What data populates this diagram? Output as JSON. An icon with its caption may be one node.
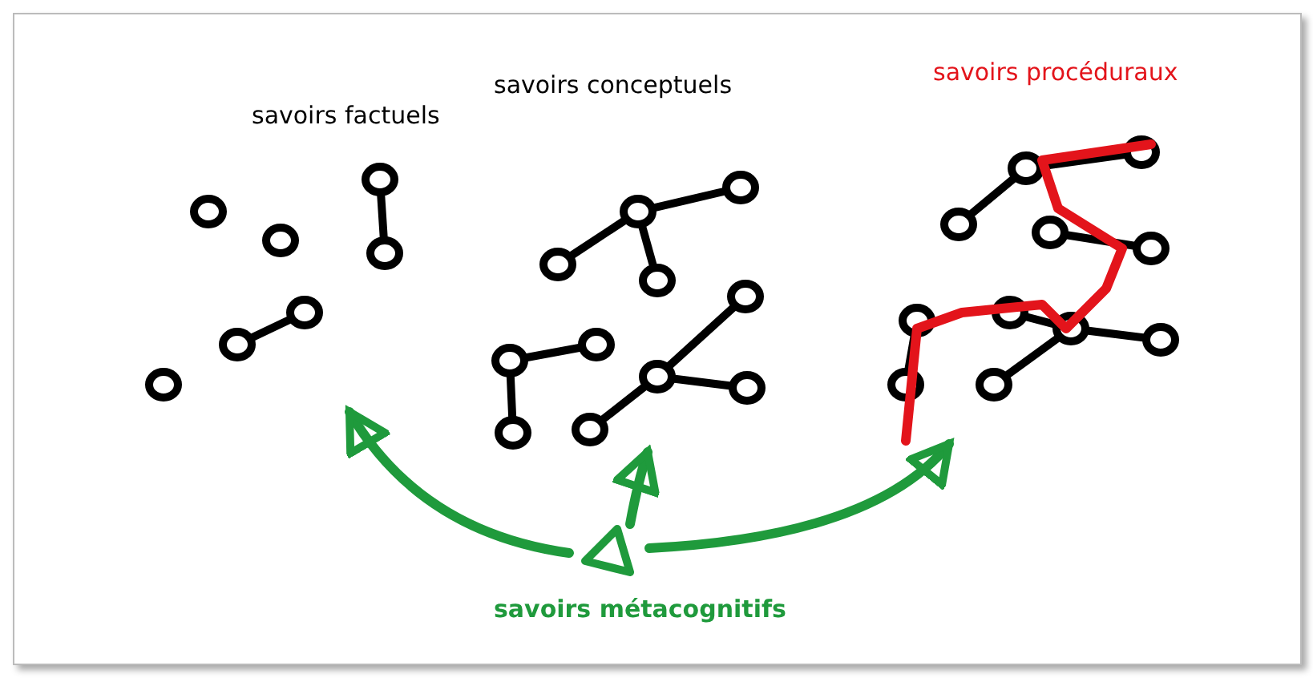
{
  "diagram": {
    "nodes": [
      {
        "text": [
          "savoirs factuels"
        ]
      },
      {
        "text": [
          "savoirs conceptuels"
        ]
      },
      {
        "text": [
          "savoirs procéduraux"
        ]
      },
      {
        "text": [
          "savoirs métacognitifs"
        ]
      }
    ],
    "edges": [
      {
        "from": 3,
        "to": 0,
        "arrow": "to"
      },
      {
        "from": 3,
        "to": 1,
        "arrow": "to"
      },
      {
        "from": 3,
        "to": 2,
        "arrow": "to"
      }
    ]
  }
}
